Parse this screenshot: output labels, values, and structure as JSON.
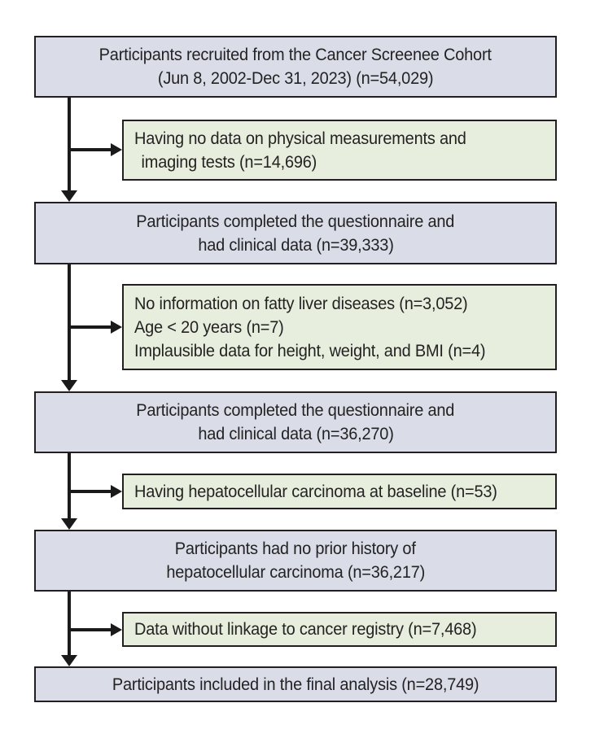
{
  "figure": {
    "type": "participant-flow-diagram",
    "colors": {
      "cohort_box_fill": "#dadce8",
      "exclusion_box_fill": "#e8eedd",
      "box_border": "#231f20",
      "arrow": "#1a1a1a",
      "background": "#ffffff",
      "text": "#232323"
    },
    "cohort_boxes": [
      {
        "n": "54,029",
        "lines": [
          "Participants recruited from the Cancer Screenee Cohort",
          "(Jun 8, 2002-Dec 31, 2023) (n=54,029)"
        ]
      },
      {
        "n": "39,333",
        "lines": [
          "Participants completed the questionnaire and",
          "had clinical data (n=39,333)"
        ]
      },
      {
        "n": "36,270",
        "lines": [
          "Participants completed the questionnaire and",
          "had clinical data (n=36,270)"
        ]
      },
      {
        "n": "36,217",
        "lines": [
          "Participants had no prior history of",
          "hepatocellular carcinoma (n=36,217)"
        ]
      },
      {
        "n": "28,749",
        "lines": [
          "Participants included in the final analysis (n=28,749)"
        ]
      }
    ],
    "exclusion_boxes": [
      {
        "n": "14,696",
        "lines": [
          "Having no data on physical measurements and",
          "imaging tests (n=14,696)"
        ]
      },
      {
        "n": "3,052 / 7 / 4",
        "lines": [
          "No information on fatty liver diseases (n=3,052)",
          "Age < 20 years (n=7)",
          "Implausible data for height, weight, and BMI (n=4)"
        ]
      },
      {
        "n": "53",
        "lines": [
          "Having hepatocellular carcinoma at baseline (n=53)"
        ]
      },
      {
        "n": "7,468",
        "lines": [
          "Data without linkage to cancer registry (n=7,468)"
        ]
      }
    ]
  }
}
